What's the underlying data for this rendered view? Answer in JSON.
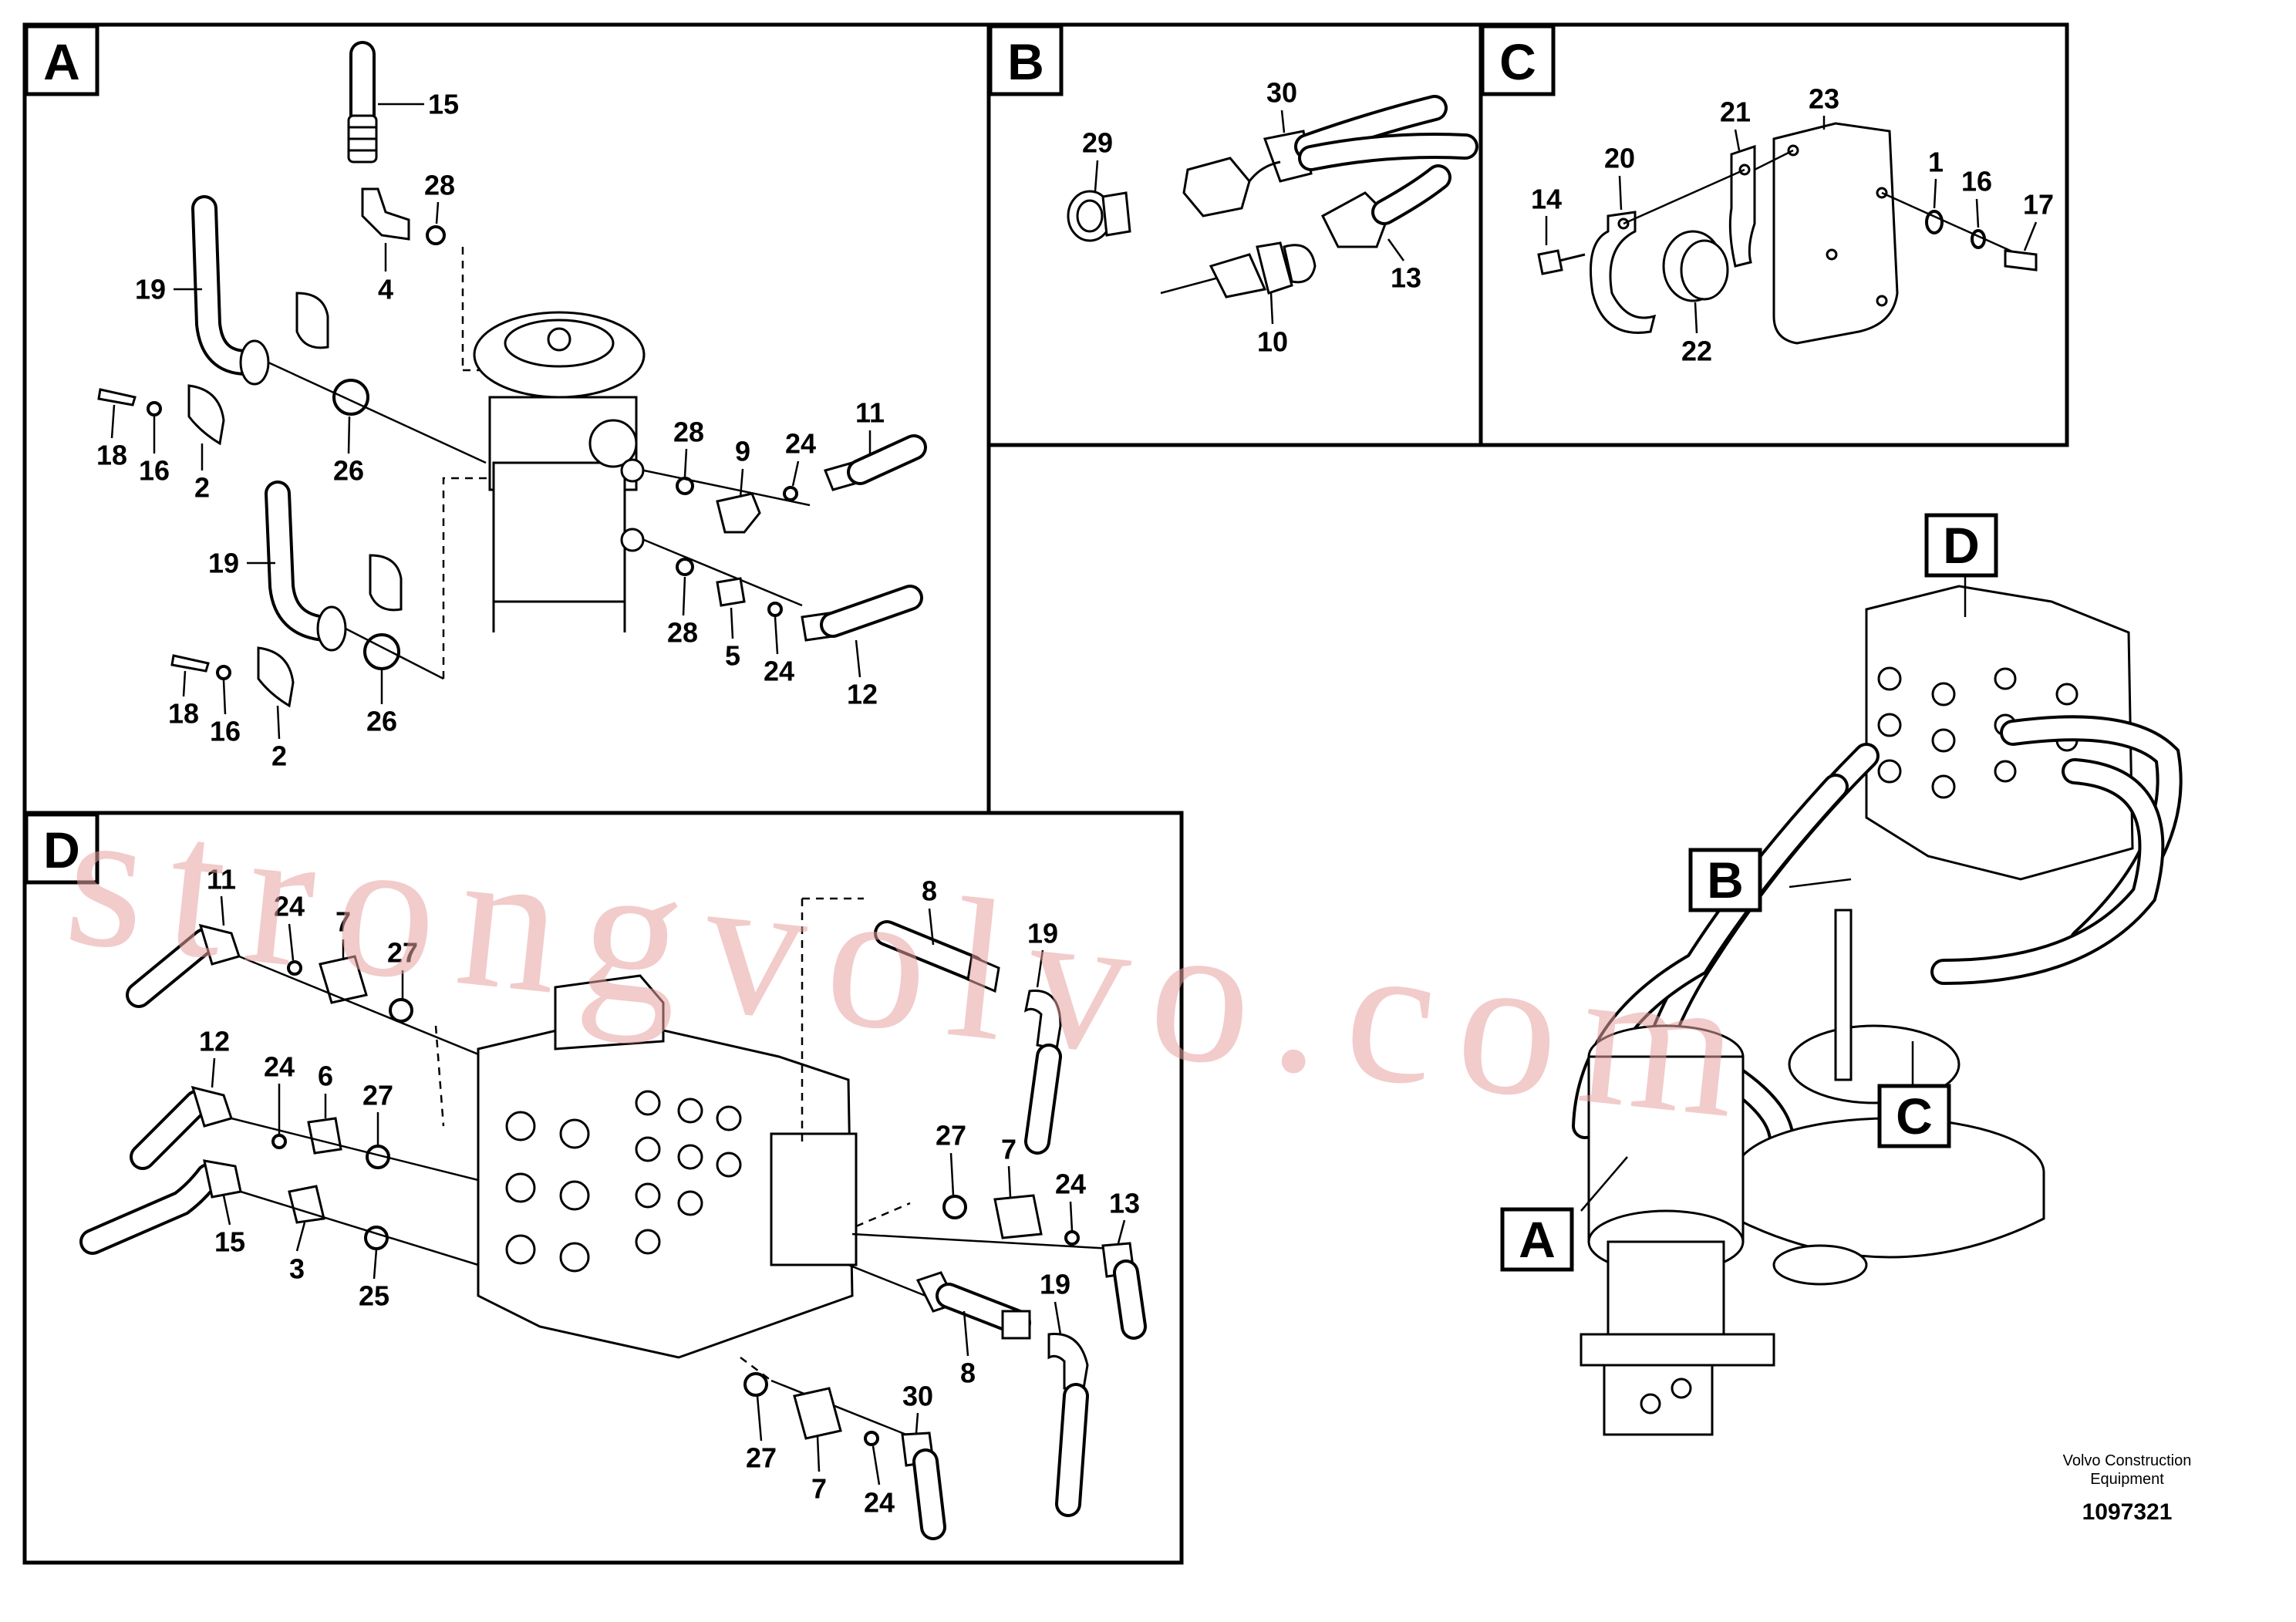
{
  "panels": [
    {
      "id": "A",
      "letter": "A"
    },
    {
      "id": "B",
      "letter": "B"
    },
    {
      "id": "C",
      "letter": "C"
    },
    {
      "id": "D",
      "letter": "D"
    }
  ],
  "overview_tags": [
    "D",
    "B",
    "C",
    "A"
  ],
  "callouts_a": [
    "15",
    "28",
    "4",
    "19",
    "28",
    "9",
    "24",
    "11",
    "18",
    "16",
    "2",
    "26",
    "19",
    "28",
    "5",
    "24",
    "12",
    "18",
    "16",
    "2",
    "26"
  ],
  "callouts_b": [
    "29",
    "30",
    "10",
    "13"
  ],
  "callouts_c": [
    "14",
    "20",
    "21",
    "23",
    "1",
    "16",
    "17",
    "22"
  ],
  "callouts_d": [
    "11",
    "24",
    "7",
    "27",
    "8",
    "19",
    "12",
    "24",
    "6",
    "27",
    "15",
    "3",
    "25",
    "27",
    "7",
    "24",
    "13",
    "19",
    "8",
    "27",
    "7",
    "30",
    "24"
  ],
  "footer": {
    "company_line1": "Volvo Construction",
    "company_line2": "Equipment",
    "document_number": "1097321"
  },
  "watermark": "strongvolvo.com"
}
